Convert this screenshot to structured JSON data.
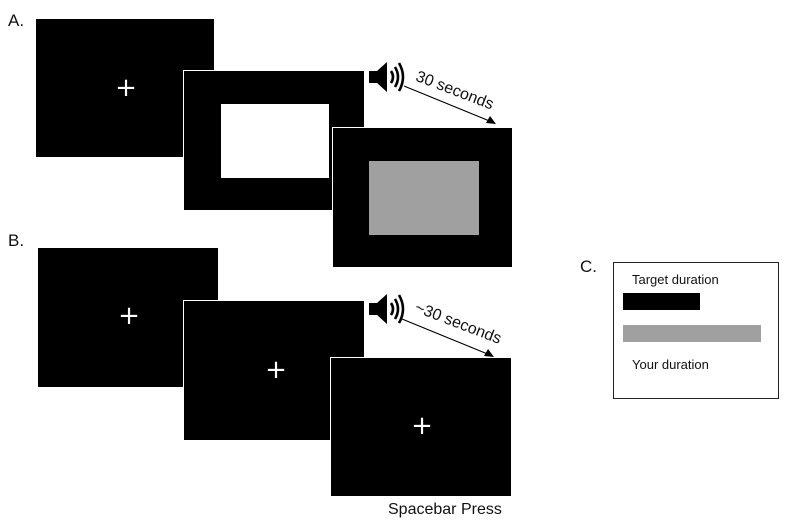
{
  "panel_a": {
    "label": "A.",
    "fixation": "+",
    "duration": "30 seconds",
    "colors": {
      "screen": "#000000",
      "white_rect": "#ffffff",
      "grey_rect": "#a0a0a0"
    }
  },
  "panel_b": {
    "label": "B.",
    "fixation": "+",
    "duration": "~30 seconds",
    "response": "Spacebar Press"
  },
  "panel_c": {
    "label": "C.",
    "target_label": "Target duration",
    "your_label": "Your duration",
    "colors": {
      "target_bar": "#000000",
      "your_bar": "#a0a0a0"
    }
  },
  "icons": {
    "speaker": "speaker-icon"
  }
}
